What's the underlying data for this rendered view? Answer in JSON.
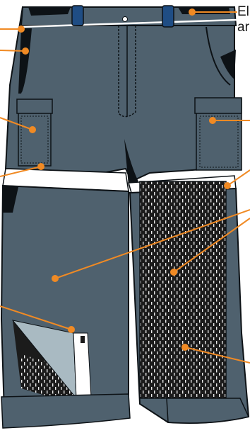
{
  "caption": {
    "line1": "El",
    "line2": "ar"
  },
  "colors": {
    "fabric": "#4f616e",
    "fabric_dark": "#2f3d47",
    "band": "#ffffff",
    "belt_loop": "#1f4d84",
    "mesh": "#1b1b1b",
    "leader": "#f08a24",
    "outline": "#0d1216"
  },
  "callouts": [
    {
      "name": "waistband-callout"
    },
    {
      "name": "belt-loop-callout"
    },
    {
      "name": "front-pocket-callout"
    },
    {
      "name": "left-cargo-pocket-callout"
    },
    {
      "name": "right-cargo-pocket-callout"
    },
    {
      "name": "zip-off-band-callout"
    },
    {
      "name": "leg-seam-callout"
    },
    {
      "name": "lower-leg-callout"
    },
    {
      "name": "mesh-vent-callout"
    },
    {
      "name": "side-zipper-callout"
    },
    {
      "name": "mesh-panel-callout"
    }
  ]
}
